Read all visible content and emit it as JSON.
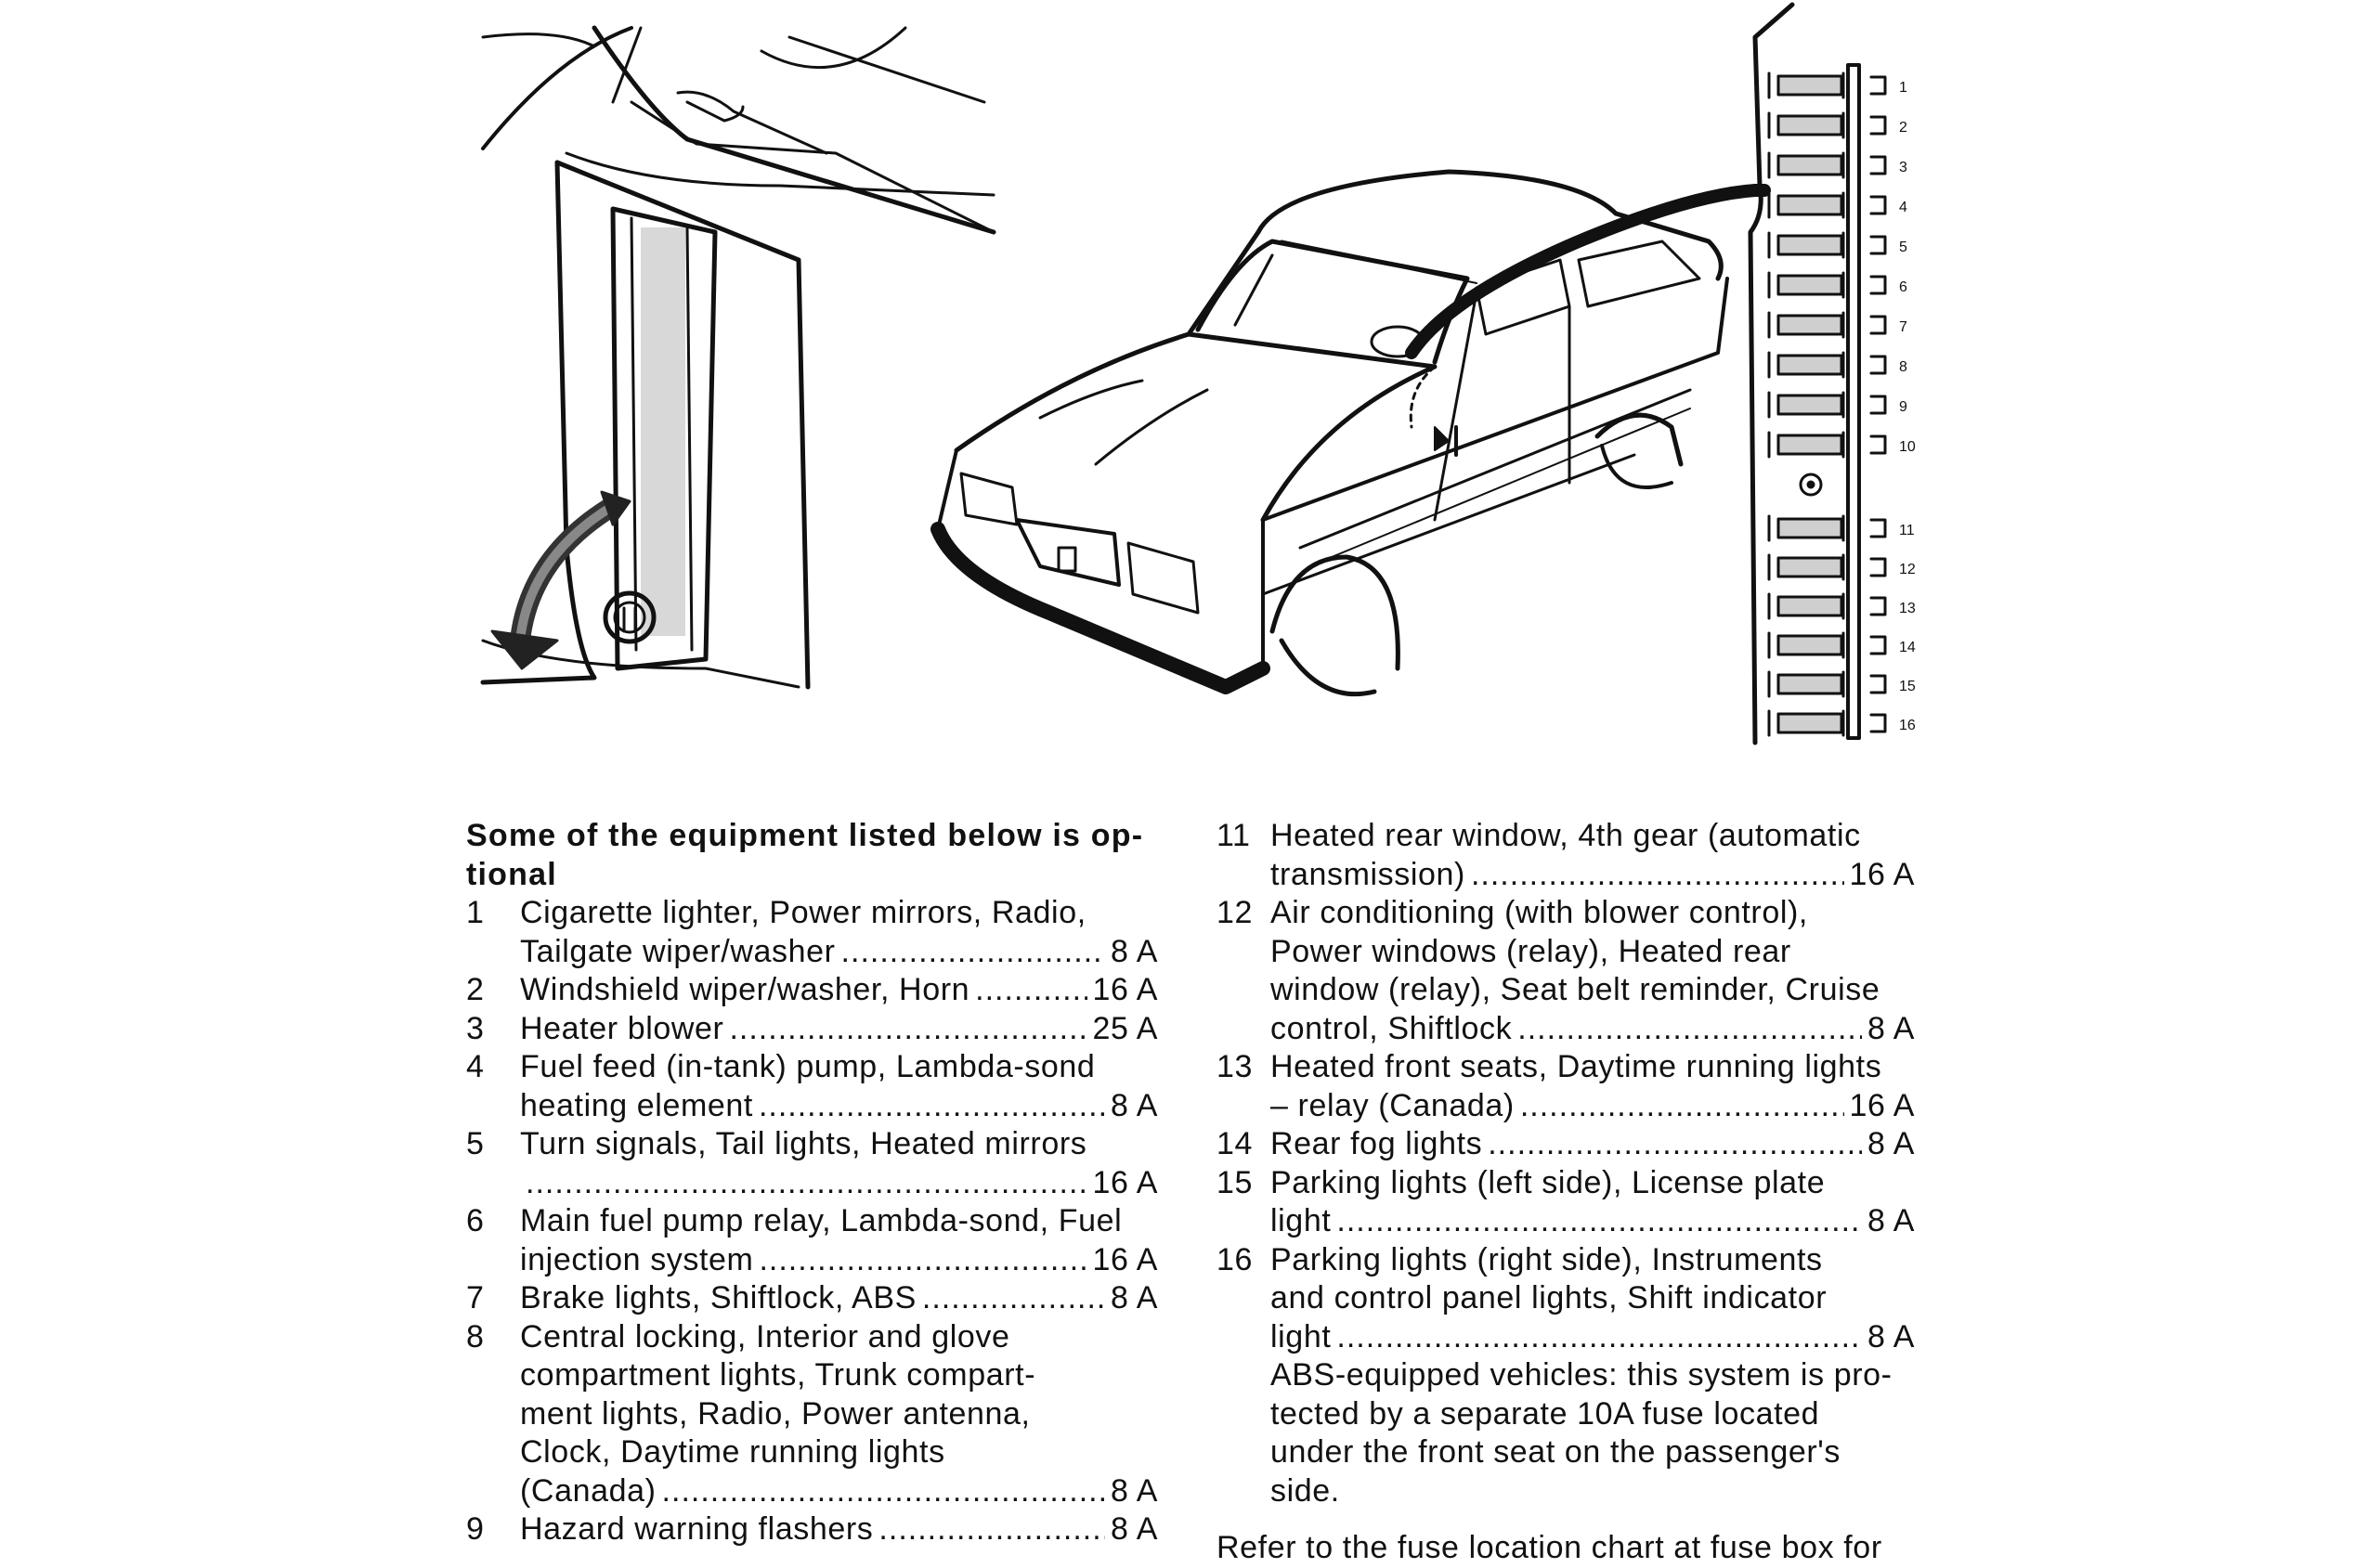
{
  "left_column": {
    "intro": [
      "Some of the equipment listed below is op-",
      "tional"
    ],
    "fuses": [
      {
        "number": "1",
        "lines": [
          "Cigarette lighter, Power mirrors, Radio,"
        ],
        "last": "Tailgate wiper/washer",
        "amperage": "8 A"
      },
      {
        "number": "2",
        "lines": [],
        "last": "Windshield wiper/washer, Horn",
        "amperage": "16 A"
      },
      {
        "number": "3",
        "lines": [],
        "last": "Heater blower",
        "amperage": "25 A"
      },
      {
        "number": "4",
        "lines": [
          "Fuel feed (in-tank) pump, Lambda-sond"
        ],
        "last": "heating element",
        "amperage": "8 A"
      },
      {
        "number": "5",
        "lines": [
          "Turn signals, Tail lights, Heated mirrors"
        ],
        "last": "",
        "amperage": "16 A"
      },
      {
        "number": "6",
        "lines": [
          "Main fuel pump relay, Lambda-sond, Fuel"
        ],
        "last": "injection system",
        "amperage": "16 A"
      },
      {
        "number": "7",
        "lines": [],
        "last": "Brake lights, Shiftlock, ABS",
        "amperage": "8 A"
      },
      {
        "number": "8",
        "lines": [
          "Central locking, Interior and glove",
          "compartment lights, Trunk compart-",
          "ment lights, Radio, Power antenna,",
          "Clock, Daytime running lights"
        ],
        "last": "(Canada)",
        "amperage": "8 A"
      },
      {
        "number": "9",
        "lines": [],
        "last": "Hazard warning flashers",
        "amperage": "8 A"
      }
    ]
  },
  "right_column": {
    "fuses": [
      {
        "number": "11",
        "lines": [
          "Heated rear window, 4th gear (automatic"
        ],
        "last": "transmission)",
        "amperage": "16 A"
      },
      {
        "number": "12",
        "lines": [
          "Air conditioning (with blower control),",
          "Power windows (relay), Heated rear",
          "window (relay), Seat belt reminder, Cruise"
        ],
        "last": "control, Shiftlock",
        "amperage": "8 A"
      },
      {
        "number": "13",
        "lines": [
          "Heated front seats, Daytime running lights"
        ],
        "last": "– relay (Canada)",
        "amperage": "16 A"
      },
      {
        "number": "14",
        "lines": [],
        "last": "Rear fog lights",
        "amperage": "8 A"
      },
      {
        "number": "15",
        "lines": [
          "Parking lights (left side), License plate"
        ],
        "last": "light",
        "amperage": "8 A"
      },
      {
        "number": "16",
        "lines": [
          "Parking lights (right side), Instruments",
          "and control panel lights, Shift indicator"
        ],
        "last": "light",
        "amperage": "8 A"
      }
    ],
    "note": [
      "ABS-equipped vehicles: this system is pro-",
      "tected by a separate 10A fuse located",
      "under the front seat on the passenger's",
      "side."
    ],
    "footer": "Refer to the fuse location chart at fuse box for"
  },
  "figure": {
    "fuse_labels": [
      "1",
      "2",
      "3",
      "4",
      "5",
      "6",
      "7",
      "8",
      "9",
      "10",
      "11",
      "12",
      "13",
      "14",
      "15",
      "16"
    ]
  }
}
